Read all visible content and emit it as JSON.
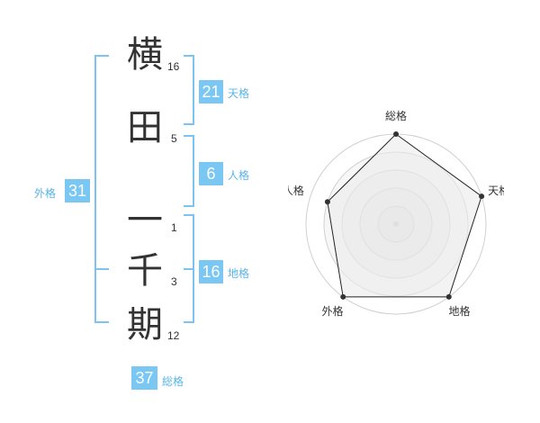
{
  "name": {
    "surname": [
      {
        "char": "横",
        "strokes": "16"
      },
      {
        "char": "田",
        "strokes": "5"
      }
    ],
    "given": [
      {
        "char": "一",
        "strokes": "1"
      },
      {
        "char": "千",
        "strokes": "3"
      },
      {
        "char": "期",
        "strokes": "12"
      }
    ]
  },
  "fortune": {
    "tenkaku": {
      "value": "21",
      "label": "天格"
    },
    "jinkaku": {
      "value": "6",
      "label": "人格"
    },
    "chikaku": {
      "value": "16",
      "label": "地格"
    },
    "gaikaku": {
      "value": "31",
      "label": "外格"
    },
    "soukaku": {
      "value": "37",
      "label": "総格"
    }
  },
  "colors": {
    "accent": "#79c7f2",
    "accent_text": "#5ab4e6",
    "bracket": "#7cc4ef"
  },
  "chart_data": {
    "type": "radar",
    "axes": [
      "総格",
      "天格",
      "地格",
      "外格",
      "人格"
    ],
    "values": [
      1.0,
      1.0,
      1.0,
      1.0,
      0.8
    ],
    "max": 1.0,
    "rings": 5,
    "grid": true
  }
}
